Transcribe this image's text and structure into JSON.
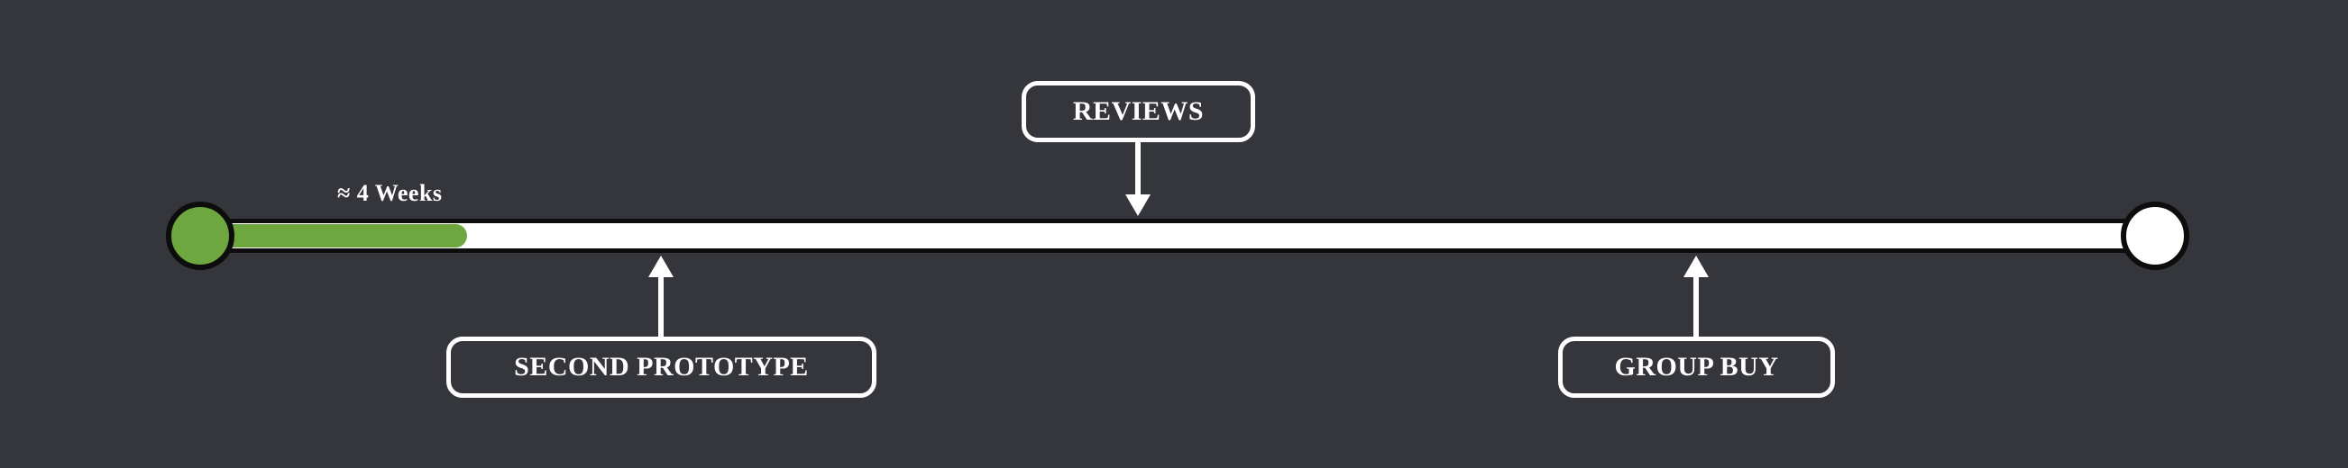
{
  "colors": {
    "background": "#34363b",
    "bar_fill": "#ffffff",
    "bar_outline": "#0d0d0d",
    "progress_fill": "#6ea63f",
    "text": "#ffffff"
  },
  "timeline": {
    "progress_label": "≈ 4 Weeks",
    "progress_percent_approx": 14,
    "milestones": [
      {
        "label": "REVIEWS",
        "side": "above",
        "x_percent_approx": 48
      },
      {
        "label": "SECOND PROTOTYPE",
        "side": "below",
        "x_percent_approx": 24
      },
      {
        "label": "GROUP BUY",
        "side": "below",
        "x_percent_approx": 76
      }
    ]
  }
}
